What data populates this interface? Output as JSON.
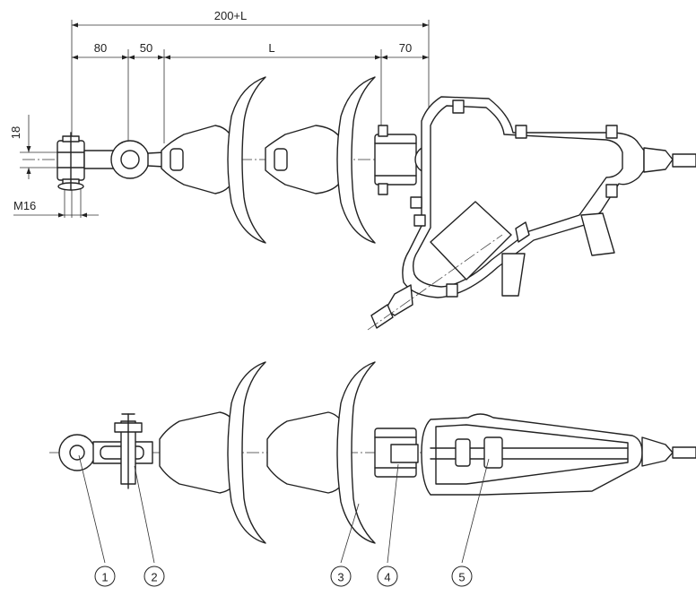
{
  "dimensions": {
    "overall": "200+L",
    "seg_a": "80",
    "seg_b": "50",
    "seg_l": "L",
    "seg_c": "70",
    "height": "18",
    "thread": "M16"
  },
  "callouts": [
    "1",
    "2",
    "3",
    "4",
    "5"
  ]
}
